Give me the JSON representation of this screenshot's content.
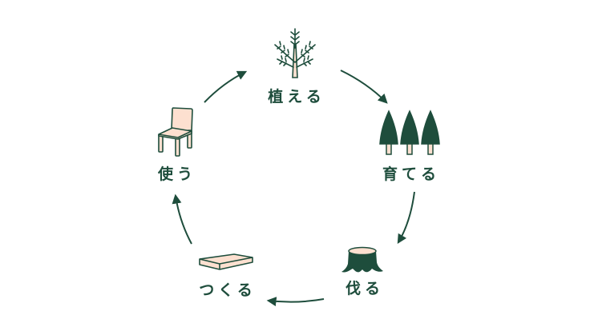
{
  "cycle": {
    "steps": [
      {
        "label": "植える",
        "icon": "sapling-icon"
      },
      {
        "label": "育てる",
        "icon": "trees-icon"
      },
      {
        "label": "伐る",
        "icon": "stump-icon"
      },
      {
        "label": "つくる",
        "icon": "lumber-icon"
      },
      {
        "label": "使う",
        "icon": "chair-icon"
      }
    ]
  },
  "colors": {
    "primary": "#1e4d3c",
    "accent": "#fde0d0"
  }
}
